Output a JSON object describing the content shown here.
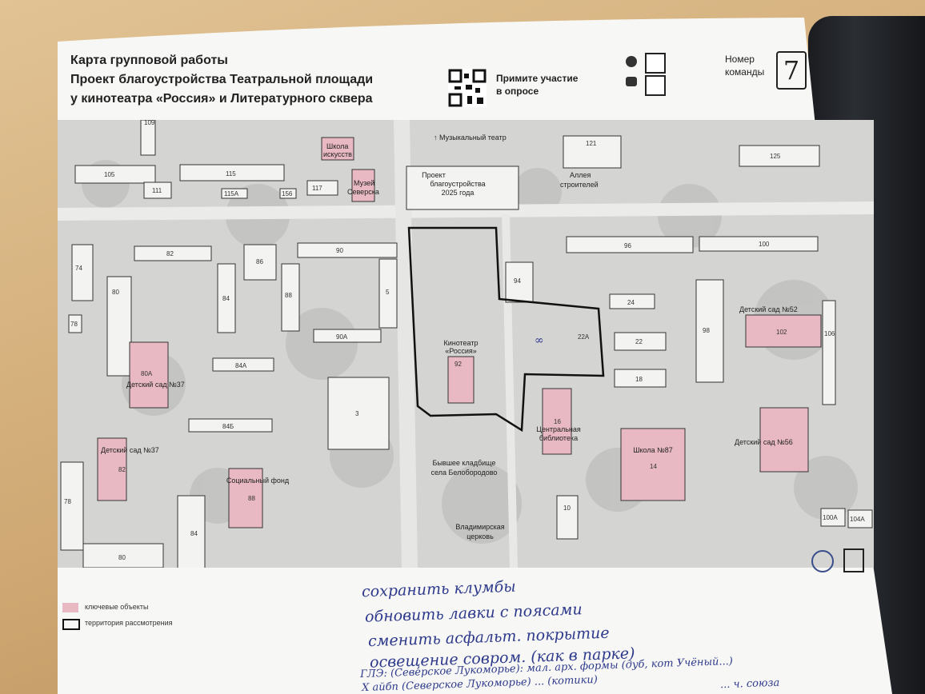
{
  "header": {
    "title_line1": "Карта групповой работы",
    "title_line2": "Проект благоустройства Театральной площади",
    "title_line3": "у кинотеатра «Россия» и Литературного сквера",
    "survey_line1": "Примите участие",
    "survey_line2": "в опросе",
    "team_label_line1": "Номер",
    "team_label_line2": "команды",
    "team_number": "7"
  },
  "map": {
    "labels": {
      "music_theatre": "↑ Музыкальный театр",
      "project_2025_1": "Проект",
      "project_2025_2": "благоустройства",
      "project_2025_3": "2025 года",
      "alley_1": "Аллея",
      "alley_2": "строителей",
      "art_school_1": "Школа",
      "art_school_2": "искусств",
      "museum_1": "Музей",
      "museum_2": "Северска",
      "cinema_1": "Кинотеатр",
      "cinema_2": "«Россия»",
      "kindergarten_52": "Детский сад №52",
      "kindergarten_37a": "Детский сад №37",
      "kindergarten_37b": "Детский сад №37",
      "kindergarten_56": "Детский сад №56",
      "library_1": "Центральная",
      "library_2": "библиотека",
      "school_87": "Школа №87",
      "social_fund": "Социальный фонд",
      "cemetery_1": "Бывшее кладбище",
      "cemetery_2": "села Белобородово",
      "church_1": "Владимирская",
      "church_2": "церковь"
    },
    "building_numbers": [
      "109",
      "105",
      "111",
      "115",
      "115А",
      "156",
      "117",
      "121",
      "125",
      "82",
      "74",
      "80",
      "78",
      "84",
      "86",
      "88",
      "90",
      "5",
      "90А",
      "84А",
      "80А",
      "3",
      "84Б",
      "96",
      "100",
      "94",
      "24",
      "22",
      "18",
      "98",
      "102",
      "106",
      "92",
      "22А",
      "16",
      "14",
      "82",
      "88",
      "84",
      "10",
      "80",
      "78",
      "100А",
      "104А"
    ]
  },
  "legend": {
    "key_objects": "ключевые объекты",
    "territory": "территория рассмотрения"
  },
  "handwritten": [
    "сохранить клумбы",
    "обновить лавки с поясами",
    "сменить асфальт. покрытие",
    "освещение совром. (как в парке)",
    "ГЛЭ: (Северское Лукоморье): мал. арх. формы (дуб, кот Учёный...)",
    "Х айбп (Северское Лукоморье) ... (котики)",
    "... ч. союза"
  ],
  "colors": {
    "key_object": "#e8b9c2",
    "territory_outline": "#111111",
    "ink": "#2e3a8c"
  }
}
